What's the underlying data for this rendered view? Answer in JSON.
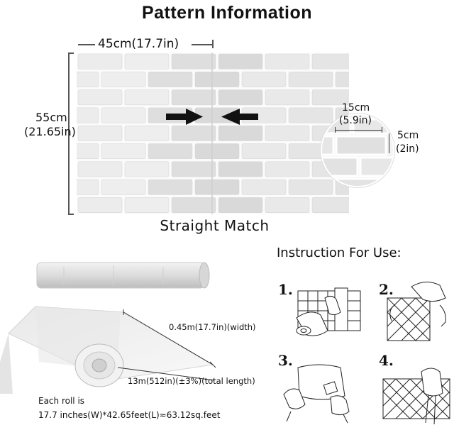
{
  "title": "Pattern Information",
  "pattern": {
    "width_label": "45cm(17.7in)",
    "height_label_line1": "55cm",
    "height_label_line2": "(21.65in)",
    "zoom_width_line1": "15cm",
    "zoom_width_line2": "(5.9in)",
    "zoom_height_line1": "5cm",
    "zoom_height_line2": "(2in)",
    "match_type": "Straight Match"
  },
  "roll": {
    "width_spec": "0.45m(17.7in)(width)",
    "length_spec": "13m(512in)(±3%)(total length)",
    "note_line1": "Each roll is",
    "note_line2": "17.7 inches(W)*42.65feet(L)≈63.12sq.feet"
  },
  "instructions": {
    "title": "Instruction For Use:",
    "steps": [
      {
        "number": "1."
      },
      {
        "number": "2."
      },
      {
        "number": "3."
      },
      {
        "number": "4."
      }
    ]
  },
  "colors": {
    "brick": "#e6e6e6",
    "mortar": "#fbfbfb",
    "arrow": "#111111"
  }
}
